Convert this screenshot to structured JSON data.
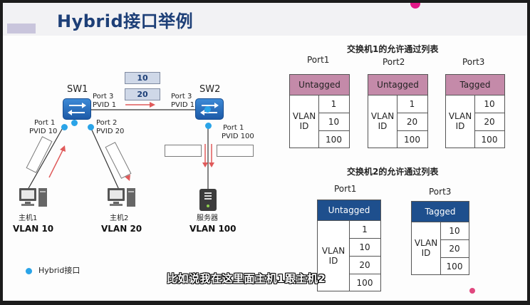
{
  "title": "Hybrid接口举例",
  "topology": {
    "sw1": {
      "label": "SW1",
      "port3": "Port 3",
      "pvid3": "PVID 1",
      "port1": "Port 1",
      "pvid1": "PVID 10",
      "port2": "Port 2",
      "pvid2": "PVID 20"
    },
    "sw2": {
      "label": "SW2",
      "port3": "Port 3",
      "pvid3": "PVID 1",
      "port1": "Port 1",
      "pvid1": "PVID 100"
    },
    "trunk_vlans": [
      "10",
      "20"
    ],
    "host1": {
      "name": "主机1",
      "vlan": "VLAN 10"
    },
    "host2": {
      "name": "主机2",
      "vlan": "VLAN 20"
    },
    "server": {
      "name": "服务器",
      "vlan": "VLAN 100"
    },
    "legend": "Hybrid接口"
  },
  "sw1_table": {
    "title": "交换机1的允许通过列表",
    "ports": [
      {
        "name": "Port1",
        "mode": "Untagged",
        "side": [
          "VLAN",
          "ID"
        ],
        "vlans": [
          "1",
          "10",
          "100"
        ]
      },
      {
        "name": "Port2",
        "mode": "Untagged",
        "side": [
          "VLAN",
          "ID"
        ],
        "vlans": [
          "1",
          "20",
          "100"
        ]
      },
      {
        "name": "Port3",
        "mode": "Tagged",
        "side": [
          "VLAN",
          "ID"
        ],
        "vlans": [
          "10",
          "20",
          "100"
        ]
      }
    ]
  },
  "sw2_table": {
    "title": "交换机2的允许通过列表",
    "ports": [
      {
        "name": "Port1",
        "mode": "Untagged",
        "side": [
          "VLAN",
          "ID"
        ],
        "vlans": [
          "1",
          "10",
          "20",
          "100"
        ]
      },
      {
        "name": "Port3",
        "mode": "Tagged",
        "side": [
          "VLAN",
          "ID"
        ],
        "vlans": [
          "10",
          "20",
          "100"
        ]
      }
    ]
  },
  "caption": "比如说我在这里面主机1跟主机2",
  "colors": {
    "title": "#1d3f77",
    "untagged_head": "#c48aa9",
    "tagged_head_sw2": "#1e4f8d",
    "legend_dot": "#2aa4e8",
    "arrow": "#e05a5a"
  }
}
